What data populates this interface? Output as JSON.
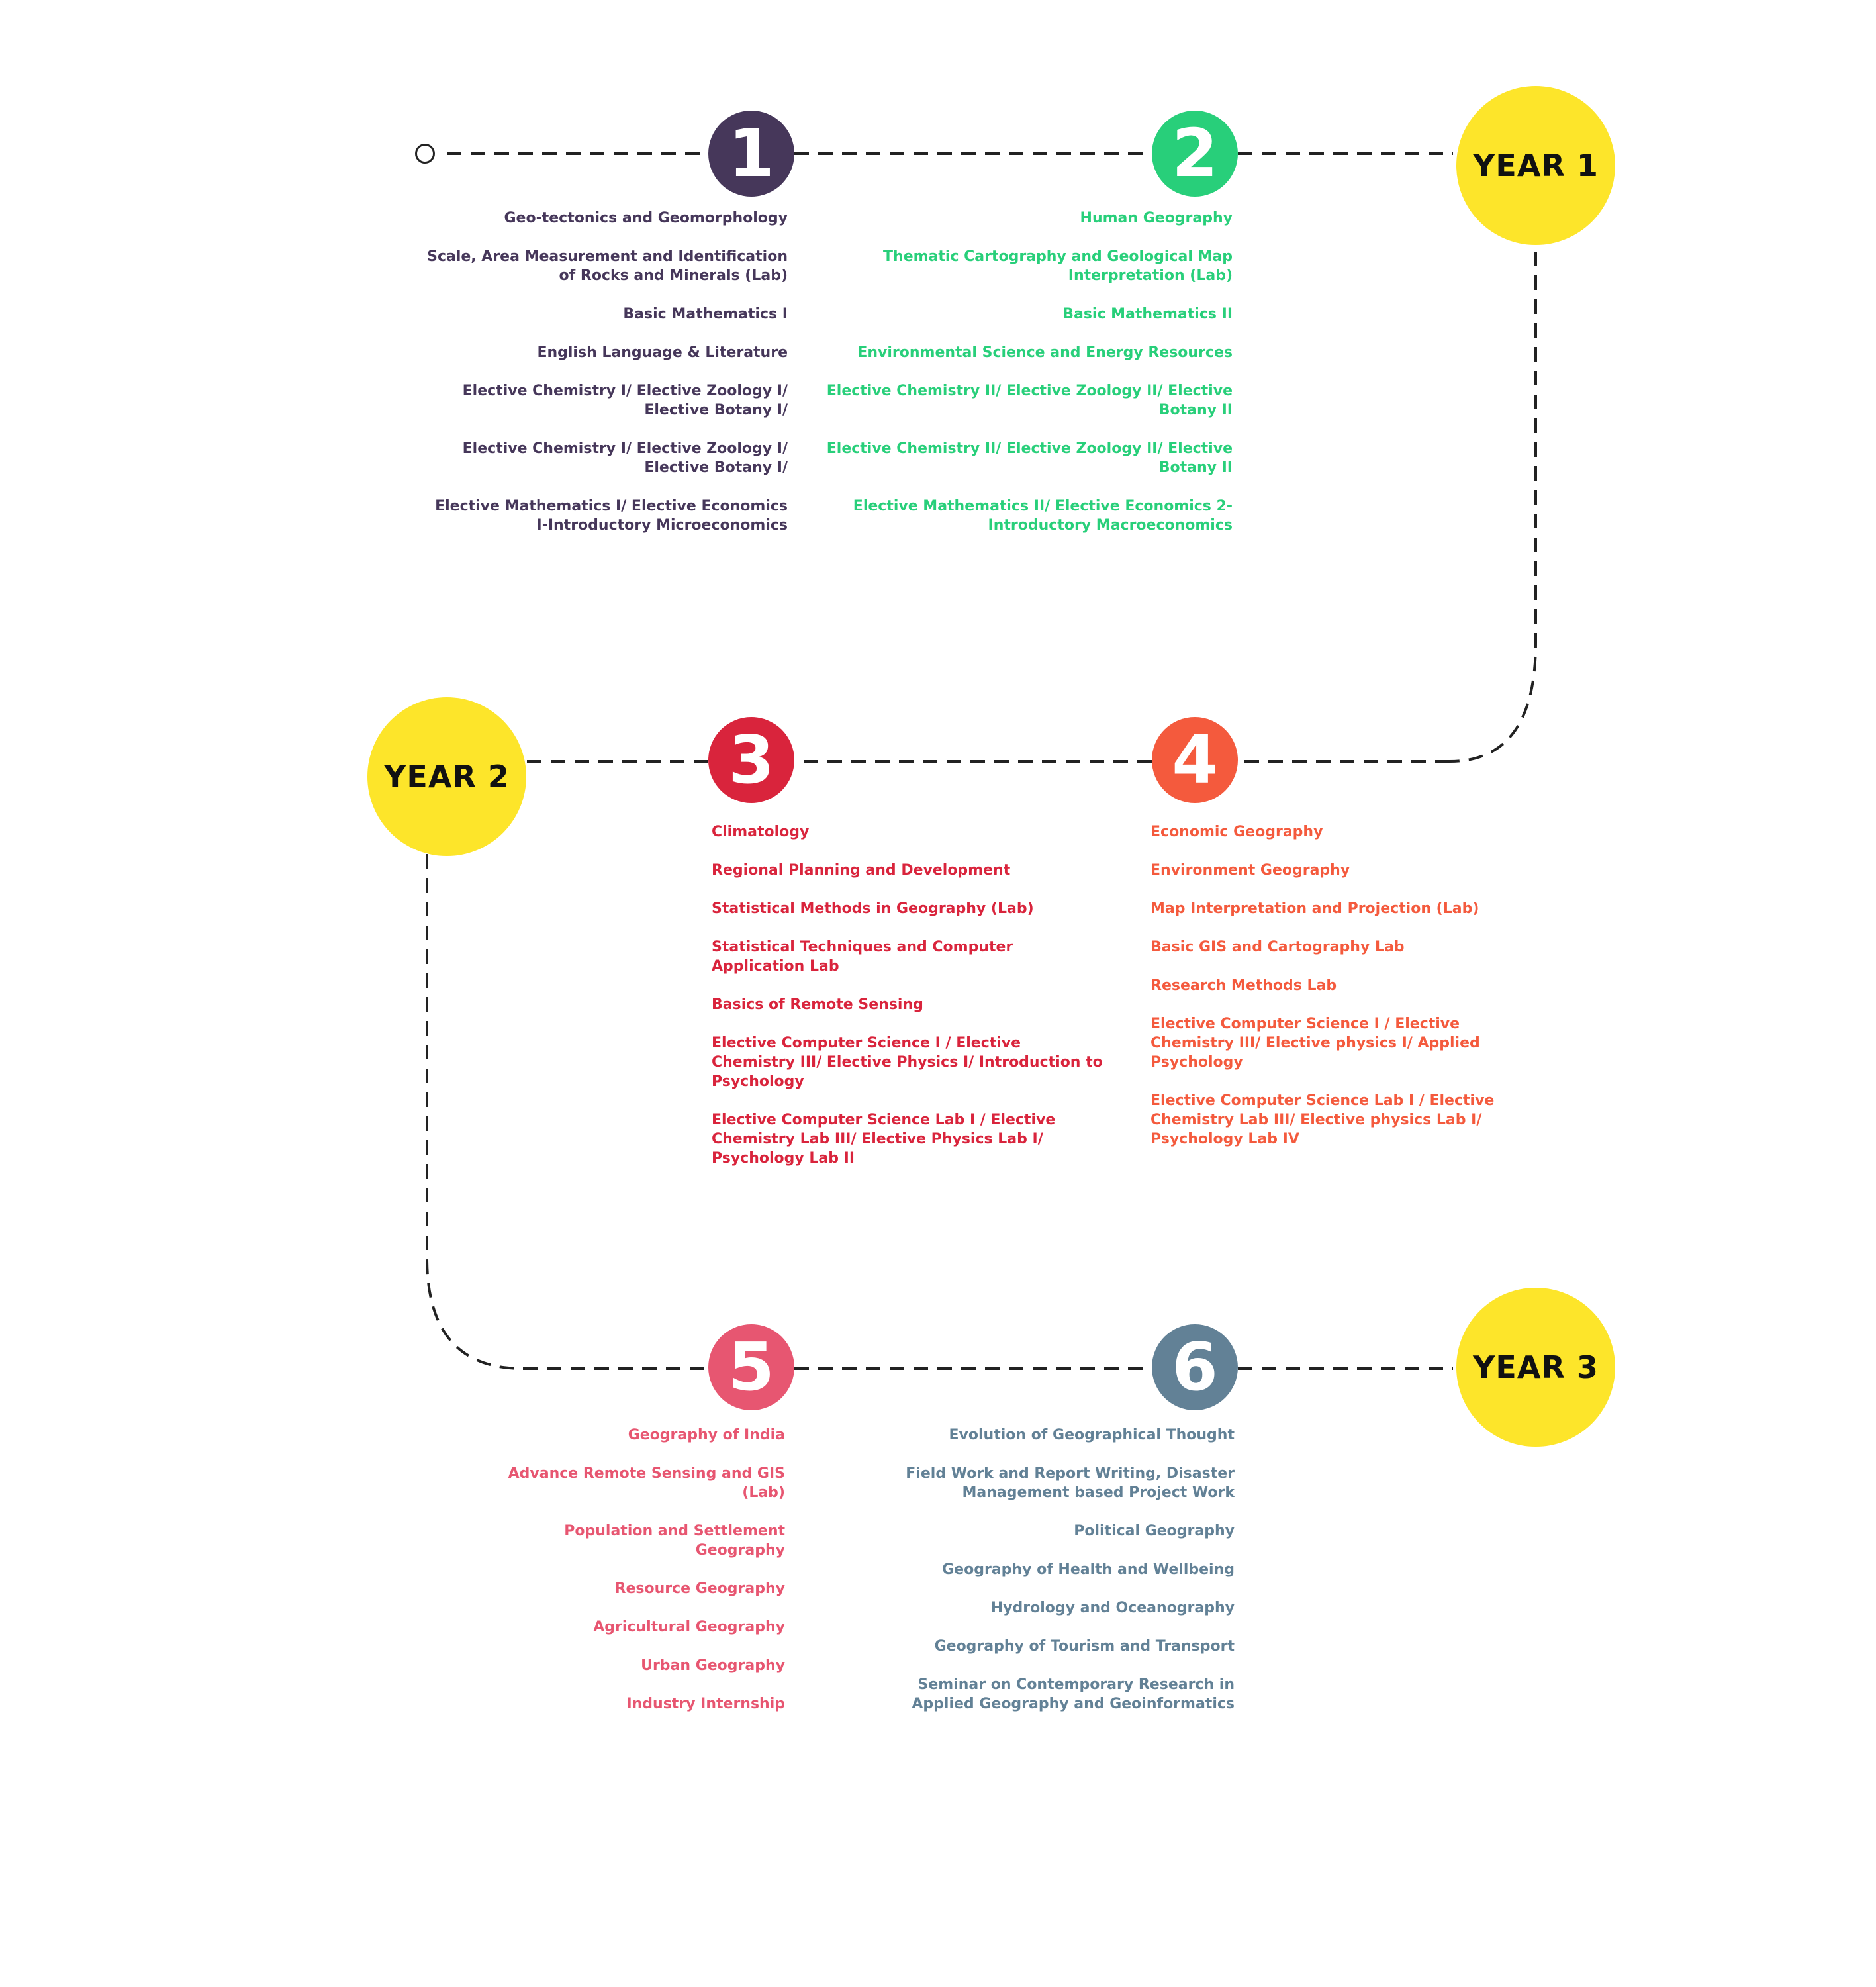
{
  "colors": {
    "sem1": "#46375a",
    "sem2": "#28cf7a",
    "sem3": "#d9243c",
    "sem4": "#f45a3d",
    "sem5": "#e75671",
    "sem6": "#628196",
    "year": "#fde52a",
    "path": "#222222"
  },
  "years": {
    "year1": "YEAR 1",
    "year2": "YEAR 2",
    "year3": "YEAR 3"
  },
  "semesters": [
    {
      "number": "1",
      "courses": [
        "Geo-tectonics and Geomorphology",
        "Scale, Area Measurement and Identification of Rocks and Minerals (Lab)",
        "Basic Mathematics I",
        "English Language & Literature",
        "Elective Chemistry I/ Elective Zoology I/ Elective Botany I/",
        "Elective Chemistry I/ Elective Zoology I/ Elective Botany I/",
        "Elective Mathematics I/ Elective Economics I-Introductory Microeconomics"
      ]
    },
    {
      "number": "2",
      "courses": [
        "Human Geography",
        "Thematic Cartography and Geological Map Interpretation (Lab)",
        "Basic Mathematics II",
        "Environmental Science and Energy Resources",
        "Elective Chemistry II/ Elective Zoology II/ Elective Botany II",
        "Elective Chemistry II/ Elective Zoology II/ Elective Botany II",
        "Elective Mathematics II/ Elective Economics 2- Introductory Macroeconomics"
      ]
    },
    {
      "number": "3",
      "courses": [
        "Climatology",
        "Regional Planning and Development",
        "Statistical Methods in Geography (Lab)",
        "Statistical Techniques and Computer Application Lab",
        "Basics of Remote Sensing",
        "Elective Computer Science I / Elective Chemistry III/ Elective Physics I/ Introduction to Psychology",
        "Elective Computer Science Lab I / Elective Chemistry Lab III/ Elective Physics Lab I/ Psychology Lab II"
      ]
    },
    {
      "number": "4",
      "courses": [
        "Economic Geography",
        "Environment Geography",
        "Map Interpretation and Projection (Lab)",
        "Basic GIS and Cartography Lab",
        "Research Methods Lab",
        "Elective Computer Science I / Elective Chemistry III/ Elective physics I/ Applied Psychology",
        "Elective Computer Science Lab I / Elective Chemistry Lab III/ Elective physics Lab I/ Psychology Lab IV"
      ]
    },
    {
      "number": "5",
      "courses": [
        "Geography of India",
        "Advance Remote Sensing and GIS (Lab)",
        "Population and Settlement Geography",
        "Resource Geography",
        "Agricultural Geography",
        "Urban Geography",
        "Industry Internship"
      ]
    },
    {
      "number": "6",
      "courses": [
        "Evolution of Geographical Thought",
        "Field Work and Report Writing, Disaster Management based Project Work",
        "Political Geography",
        "Geography of Health and Wellbeing",
        "Hydrology and Oceanography",
        "Geography of Tourism and Transport",
        "Seminar on Contemporary Research in Applied Geography and Geoinformatics"
      ]
    }
  ]
}
